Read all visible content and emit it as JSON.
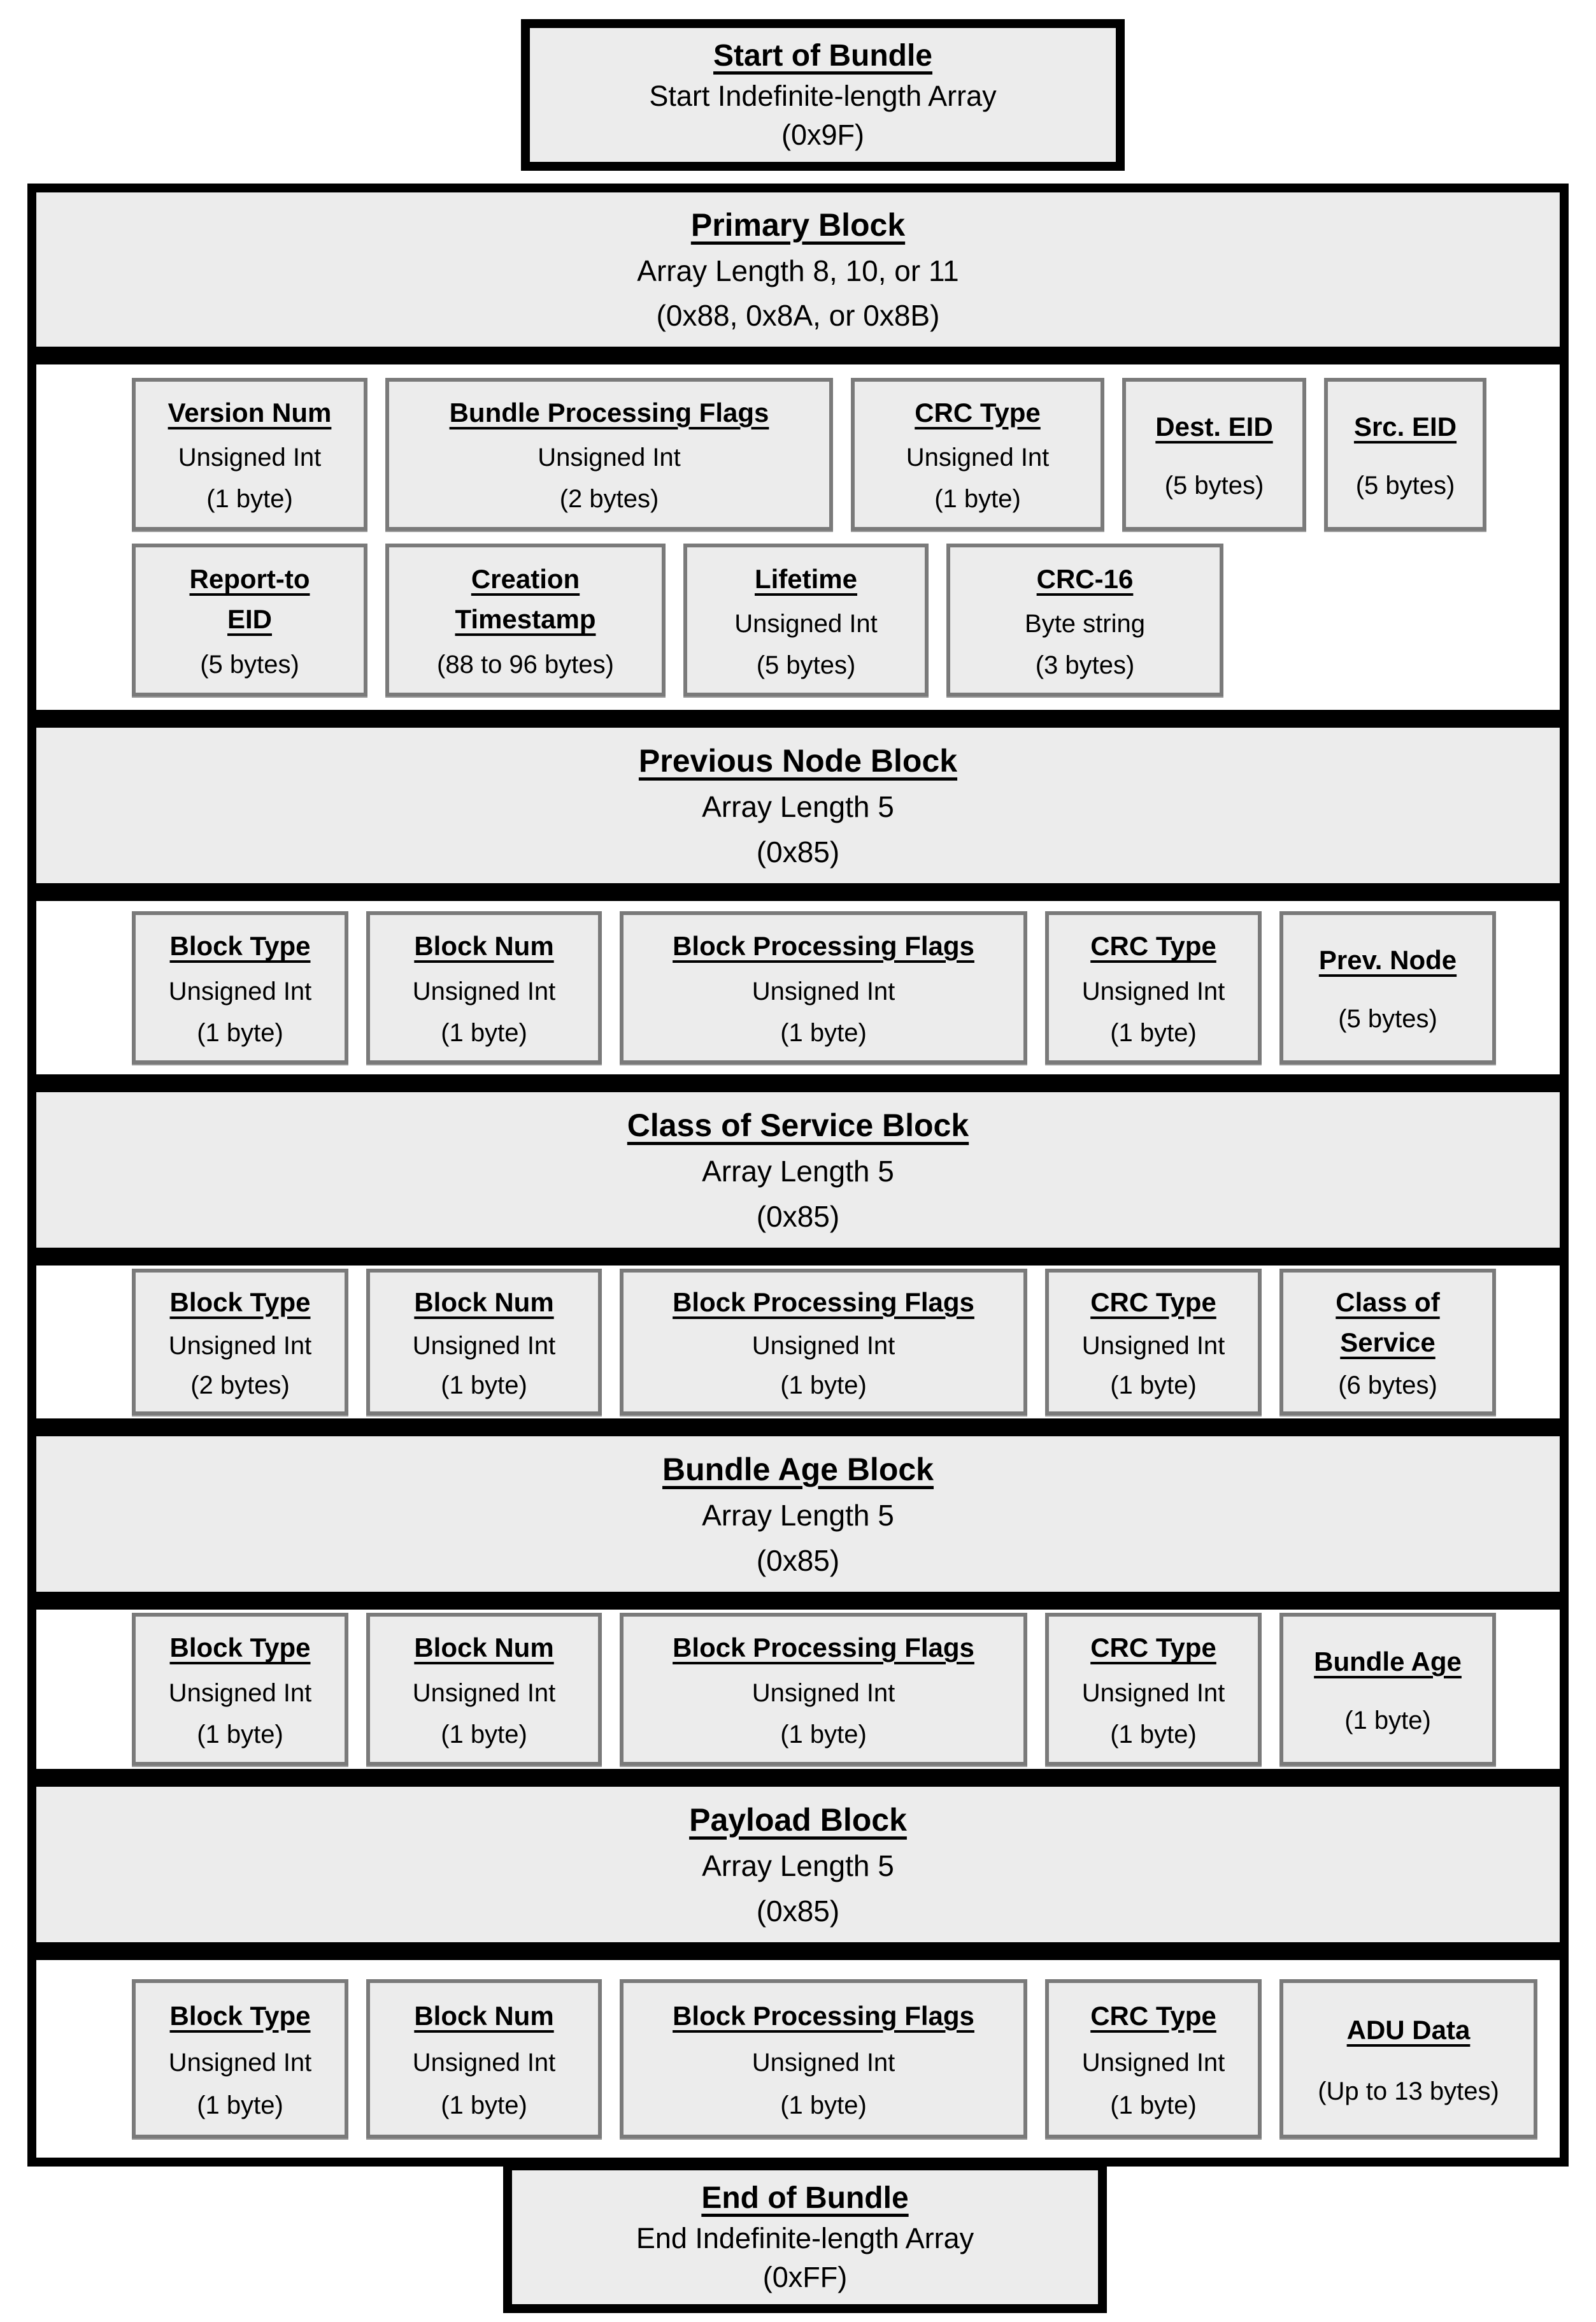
{
  "colors": {
    "background": "#ffffff",
    "banner_fill": "#ececec",
    "field_fill": "#ececec",
    "outer_border": "#000000",
    "field_border": "#7a7a7a"
  },
  "start_box": {
    "title": "Start of Bundle",
    "line1": "Start Indefinite-length Array",
    "line2": "(0x9F)"
  },
  "end_box": {
    "title": "End of Bundle",
    "line1": "End Indefinite-length Array",
    "line2": "(0xFF)"
  },
  "primary": {
    "title": "Primary Block",
    "line1": "Array Length 8, 10, or 11",
    "line2": "(0x88, 0x8A, or 0x8B)",
    "row1": [
      {
        "title": "Version Num",
        "type": "Unsigned Int",
        "size": "(1 byte)"
      },
      {
        "title": "Bundle Processing Flags",
        "type": "Unsigned Int",
        "size": "(2 bytes)"
      },
      {
        "title": "CRC Type",
        "type": "Unsigned Int",
        "size": "(1 byte)"
      },
      {
        "title": "Dest. EID",
        "size": "(5 bytes)"
      },
      {
        "title": "Src. EID",
        "size": "(5 bytes)"
      }
    ],
    "row2": [
      {
        "title": "Report-to\nEID",
        "size": "(5 bytes)"
      },
      {
        "title": "Creation\nTimestamp",
        "size": "(88 to 96 bytes)"
      },
      {
        "title": "Lifetime",
        "type": "Unsigned Int",
        "size": "(5 bytes)"
      },
      {
        "title": "CRC-16",
        "type": "Byte string",
        "size": "(3 bytes)"
      }
    ]
  },
  "prev_node": {
    "title": "Previous Node Block",
    "line1": "Array Length 5",
    "line2": "(0x85)",
    "fields": [
      {
        "title": "Block Type",
        "type": "Unsigned Int",
        "size": "(1 byte)"
      },
      {
        "title": "Block Num",
        "type": "Unsigned Int",
        "size": "(1 byte)"
      },
      {
        "title": "Block Processing Flags",
        "type": "Unsigned Int",
        "size": "(1 byte)"
      },
      {
        "title": "CRC Type",
        "type": "Unsigned Int",
        "size": "(1 byte)"
      },
      {
        "title": "Prev. Node",
        "size": "(5 bytes)"
      }
    ]
  },
  "class_of_service": {
    "title": "Class of Service Block",
    "line1": "Array Length 5",
    "line2": "(0x85)",
    "fields": [
      {
        "title": "Block Type",
        "type": "Unsigned Int",
        "size": "(2 bytes)"
      },
      {
        "title": "Block Num",
        "type": "Unsigned Int",
        "size": "(1 byte)"
      },
      {
        "title": "Block Processing Flags",
        "type": "Unsigned Int",
        "size": "(1 byte)"
      },
      {
        "title": "CRC Type",
        "type": "Unsigned Int",
        "size": "(1 byte)"
      },
      {
        "title": "Class of\nService",
        "size": "(6 bytes)"
      }
    ]
  },
  "bundle_age": {
    "title": "Bundle Age Block",
    "line1": "Array Length 5",
    "line2": "(0x85)",
    "fields": [
      {
        "title": "Block Type",
        "type": "Unsigned Int",
        "size": "(1 byte)"
      },
      {
        "title": "Block Num",
        "type": "Unsigned Int",
        "size": "(1 byte)"
      },
      {
        "title": "Block Processing Flags",
        "type": "Unsigned Int",
        "size": "(1 byte)"
      },
      {
        "title": "CRC Type",
        "type": "Unsigned Int",
        "size": "(1 byte)"
      },
      {
        "title": "Bundle Age",
        "size": "(1 byte)"
      }
    ]
  },
  "payload": {
    "title": "Payload Block",
    "line1": "Array Length 5",
    "line2": "(0x85)",
    "fields": [
      {
        "title": "Block Type",
        "type": "Unsigned Int",
        "size": "(1 byte)"
      },
      {
        "title": "Block Num",
        "type": "Unsigned Int",
        "size": "(1 byte)"
      },
      {
        "title": "Block Processing Flags",
        "type": "Unsigned Int",
        "size": "(1 byte)"
      },
      {
        "title": "CRC Type",
        "type": "Unsigned Int",
        "size": "(1 byte)"
      },
      {
        "title": "ADU Data",
        "size": "(Up to 13 bytes)"
      }
    ]
  }
}
